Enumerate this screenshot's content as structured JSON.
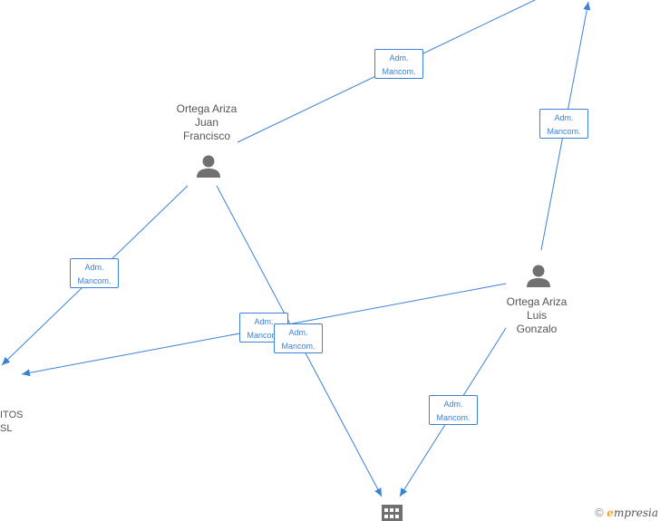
{
  "nodes": {
    "person1": {
      "lines": [
        "Ortega Ariza",
        "Juan",
        "Francisco"
      ],
      "icon": "person-icon"
    },
    "person2": {
      "lines": [
        "Ortega Ariza",
        "Luis",
        "Gonzalo"
      ],
      "icon": "person-icon"
    },
    "company_left": {
      "lines": [
        "ITOS",
        "SL"
      ],
      "icon": "company-icon"
    },
    "company_bottom": {
      "icon": "building-icon"
    }
  },
  "edges": [
    {
      "label": [
        "Adm.",
        "Mancom."
      ]
    },
    {
      "label": [
        "Adm.",
        "Mancom."
      ]
    },
    {
      "label": [
        "Adm.",
        "Mancom."
      ]
    },
    {
      "label": [
        "Adm.",
        "Mancom."
      ]
    },
    {
      "label": [
        "Adm.",
        "Mancom."
      ]
    },
    {
      "label": [
        "Adm.",
        "Mancom."
      ]
    }
  ],
  "colors": {
    "edge": "#3b82d6",
    "icon": "#707070",
    "label_text": "#555555"
  },
  "watermark": {
    "symbol": "©",
    "brand_initial": "e",
    "brand_rest": "mpresia"
  }
}
